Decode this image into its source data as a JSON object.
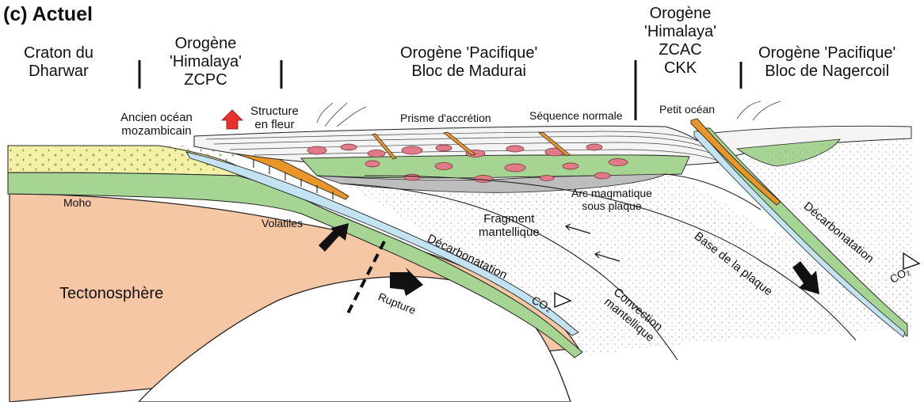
{
  "title": "(c) Actuel",
  "headers": {
    "craton": [
      "Craton du",
      "Dharwar"
    ],
    "himalaya_left": [
      "Orogène",
      "'Himalaya'",
      "ZCPC"
    ],
    "pacifique_madurai": [
      "Orogène 'Pacifique'",
      "Bloc de Madurai"
    ],
    "himalaya_right": [
      "Orogène",
      "'Himalaya'",
      "ZCAC",
      "CKK"
    ],
    "pacifique_nagercoil": [
      "Orogène 'Pacifique'",
      "Bloc de Nagercoil"
    ]
  },
  "labels": {
    "ancien_ocean": [
      "Ancien océan",
      "mozambicain"
    ],
    "structure": [
      "Structure",
      "en fleur"
    ],
    "prisme": "Prisme d'accrétion",
    "sequence": "Séquence normale",
    "petit_ocean": "Petit océan",
    "moho": "Moho",
    "volatiles": "Volatiles",
    "arc": [
      "Arc magmatique",
      "sous plaque"
    ],
    "fragment": [
      "Fragment",
      "mantellique"
    ],
    "decarb_left": "Décarbonatation",
    "decarb_right": "Décarbonatation",
    "co2_left": "CO₂",
    "co2_right": "CO₂",
    "tectonosphere": "Tectonosphère",
    "rupture": "Rupture",
    "convection": [
      "Convection",
      "mantellique"
    ],
    "base_plaque": "Base de la plaque"
  },
  "colors": {
    "craton": "#f3f1a6",
    "crust_green": "#a6d492",
    "mantle": "#f6c7a4",
    "ocean_blue": "#c3e3f2",
    "orange": "#e8962a",
    "pink": "#e07a86",
    "grey_body": "#bdbdbd",
    "arrow_red": "#e8312a"
  }
}
